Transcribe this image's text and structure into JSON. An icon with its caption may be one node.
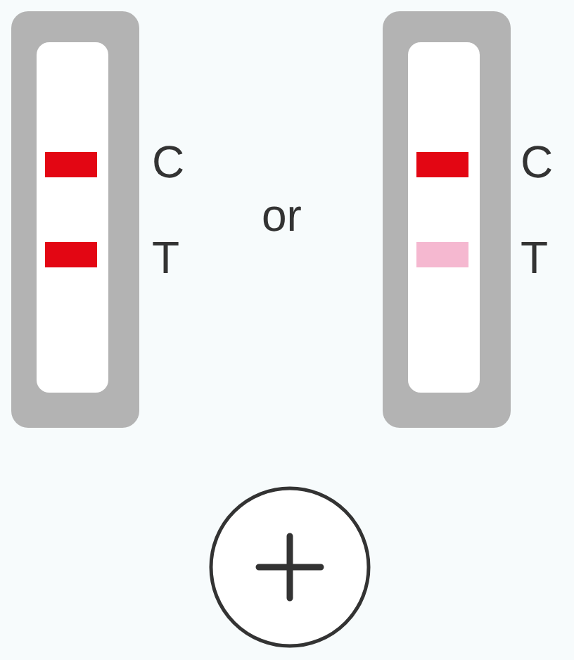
{
  "diagram": {
    "labels": [
      "C",
      "T",
      "or",
      "C",
      "T"
    ]
  }
}
